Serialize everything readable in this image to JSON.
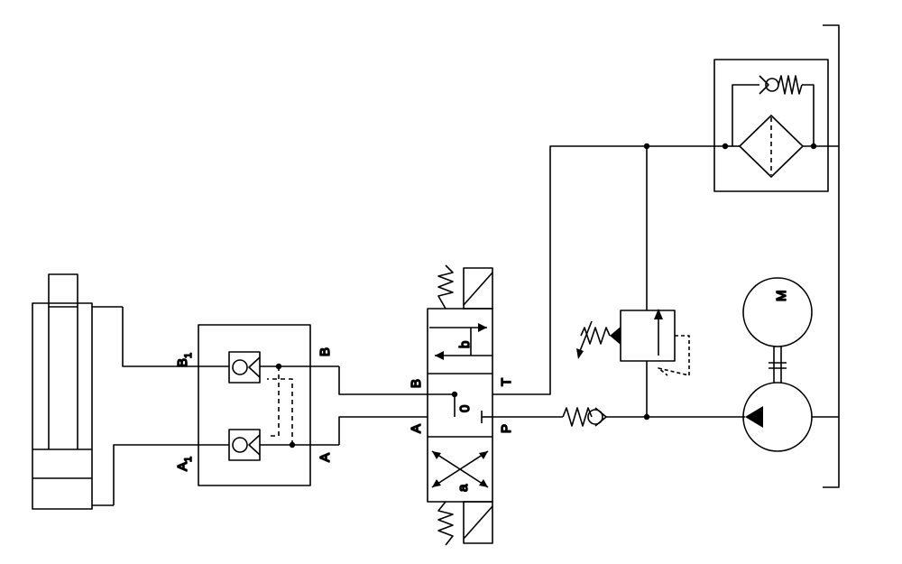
{
  "labels": {
    "b1": "B",
    "b1_sub": "1",
    "a1": "A",
    "a1_sub": "1",
    "lock_b": "B",
    "lock_a": "A",
    "valve_b": "B",
    "valve_a": "A",
    "valve_t": "T",
    "valve_p": "P",
    "pos_b": "b",
    "pos_0": "0",
    "pos_a": "a",
    "motor": "M"
  },
  "colors": {
    "line": "#000000",
    "background": "#ffffff"
  },
  "icons": {
    "check_valve": "check-valve-icon",
    "relief_valve": "relief-valve-icon",
    "filter": "filter-icon",
    "pump": "pump-icon",
    "motor": "motor-icon",
    "spring": "spring-icon"
  }
}
